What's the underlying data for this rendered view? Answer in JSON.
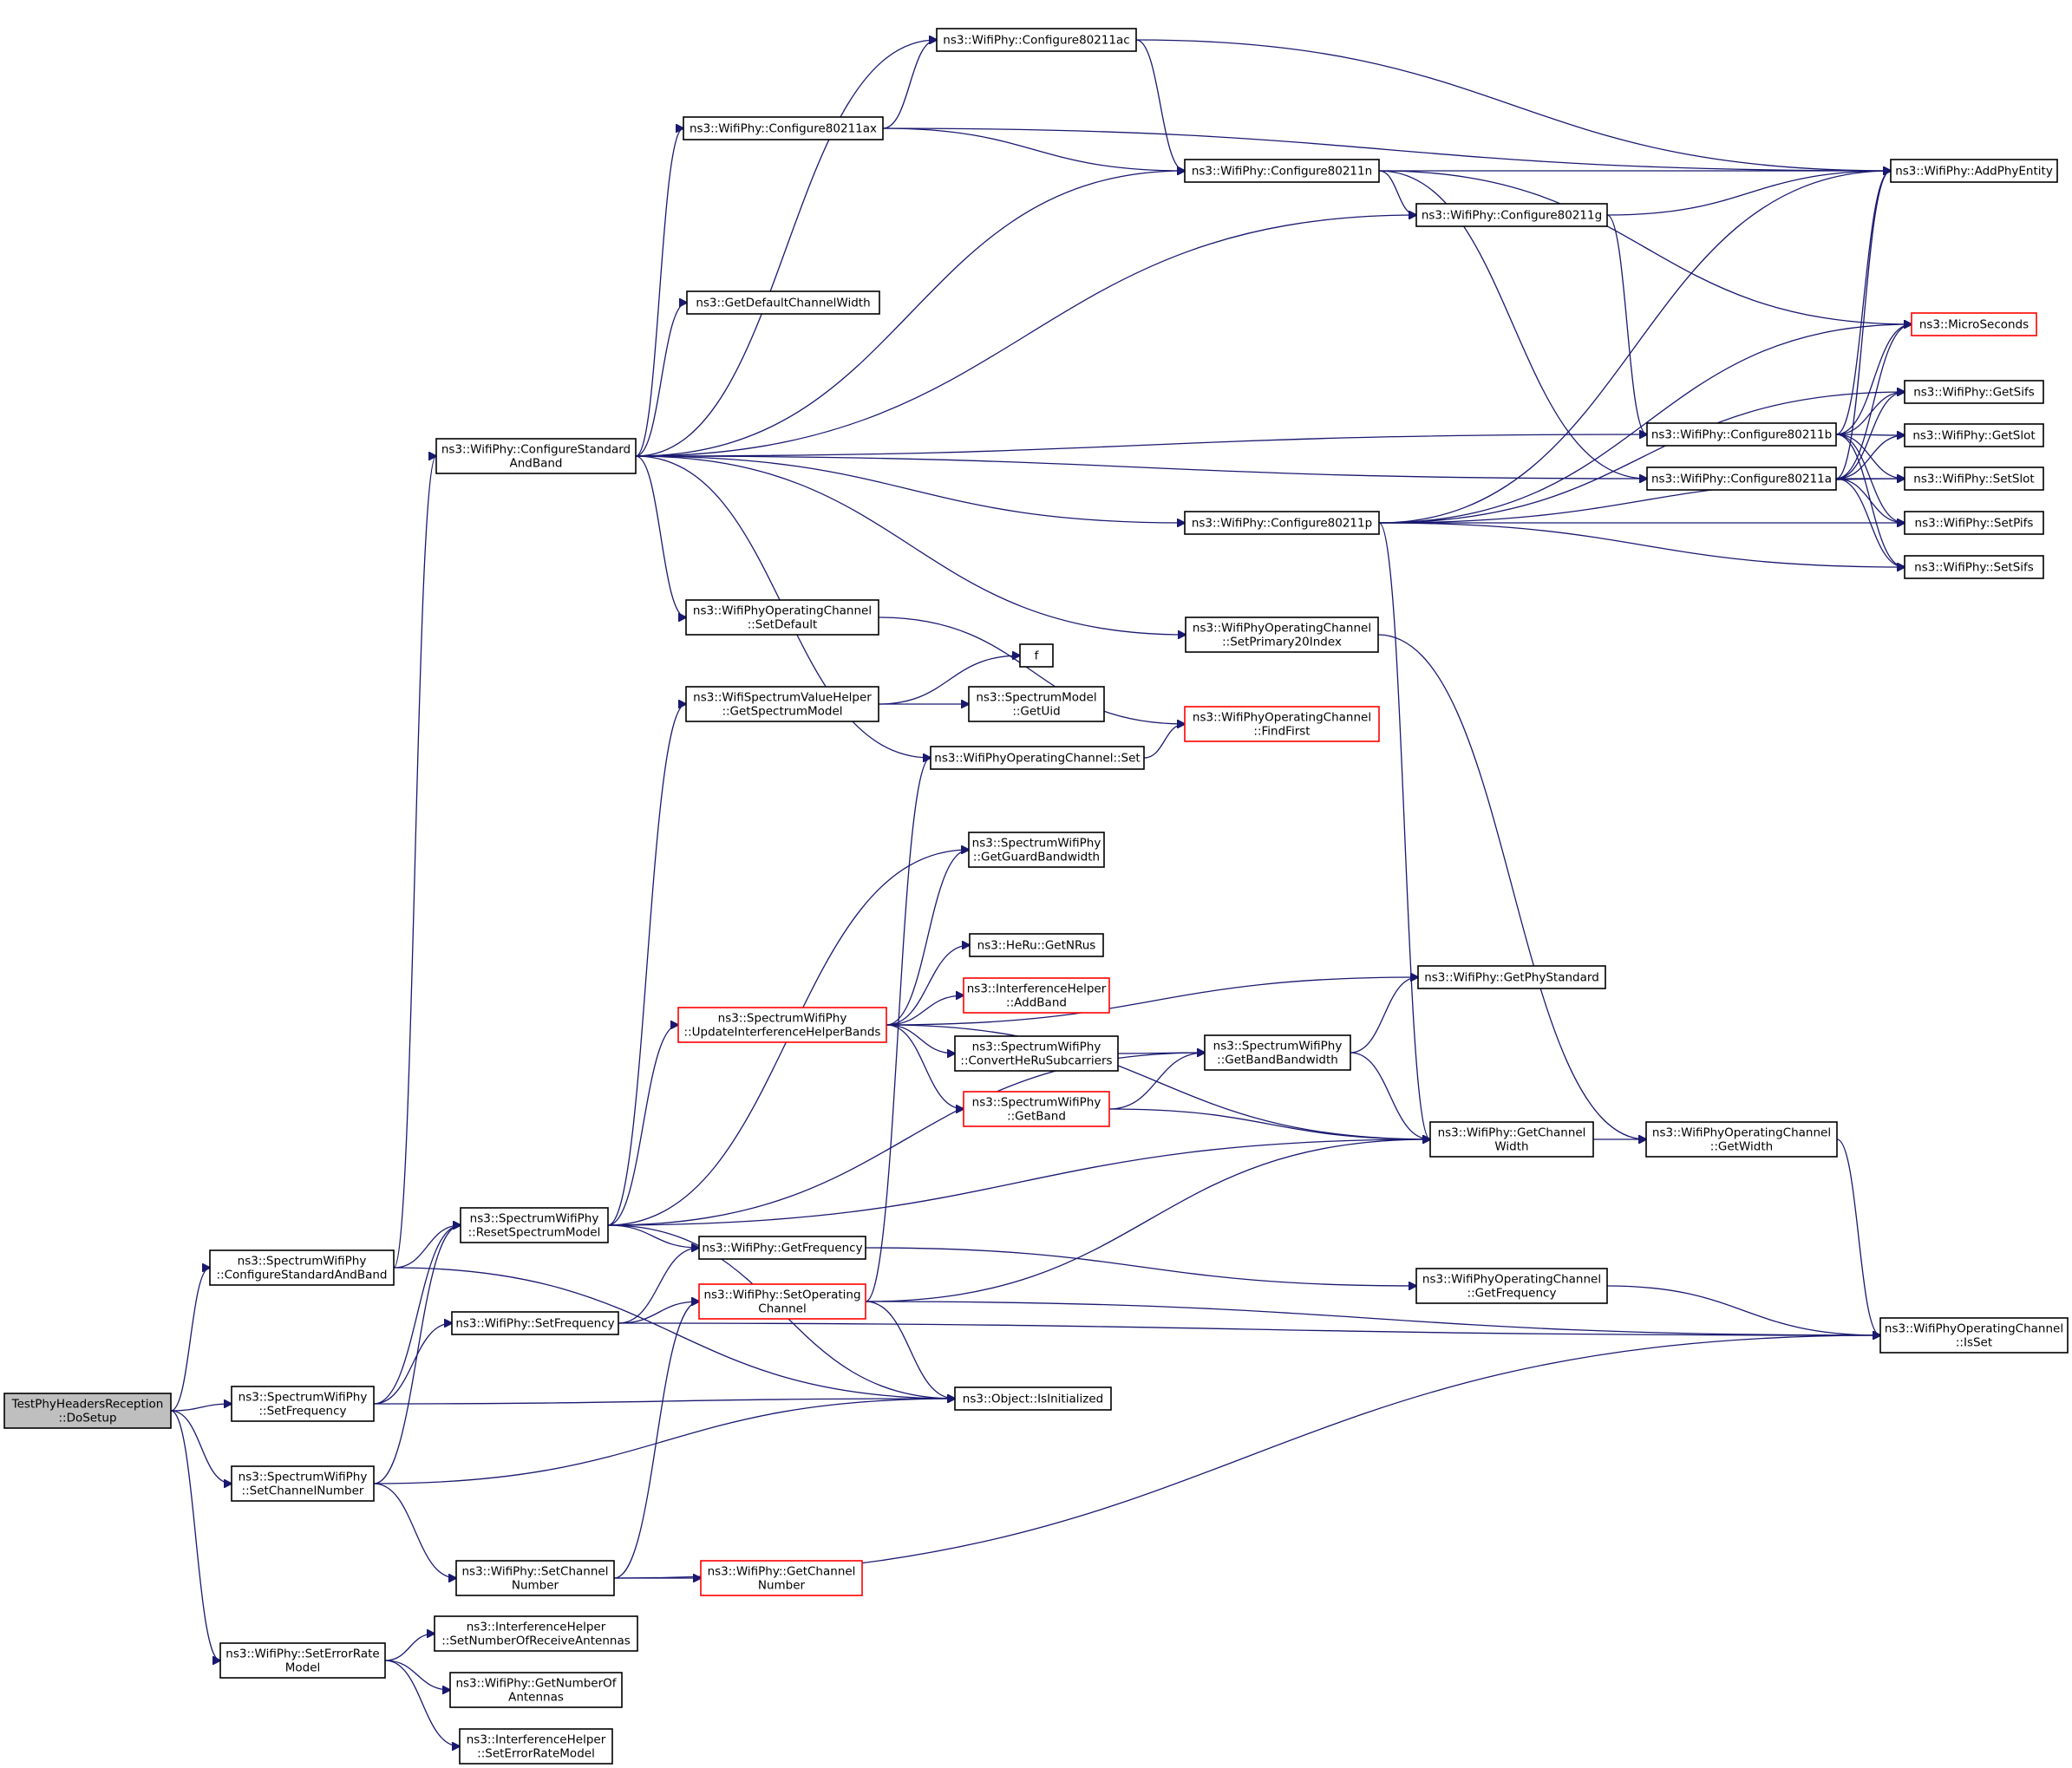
{
  "colors": {
    "edge": "#191970",
    "node_border_default": "#000000",
    "node_border_truncated": "#ff0000",
    "root_fill": "#bfbfbf",
    "node_fill": "#ffffff"
  },
  "graph": {
    "root": "TestPhyHeadersReception::DoSetup",
    "nodes": [
      {
        "id": "root",
        "lines": [
          "TestPhyHeadersReception",
          "::DoSetup"
        ],
        "style": "root"
      },
      {
        "id": "swp_csab",
        "lines": [
          "ns3::SpectrumWifiPhy",
          "::ConfigureStandardAndBand"
        ],
        "style": "normal"
      },
      {
        "id": "swp_sf",
        "lines": [
          "ns3::SpectrumWifiPhy",
          "::SetFrequency"
        ],
        "style": "normal"
      },
      {
        "id": "swp_scn",
        "lines": [
          "ns3::SpectrumWifiPhy",
          "::SetChannelNumber"
        ],
        "style": "normal"
      },
      {
        "id": "wp_serm",
        "lines": [
          "ns3::WifiPhy::SetErrorRate",
          "Model"
        ],
        "style": "normal"
      },
      {
        "id": "wp_csab",
        "lines": [
          "ns3::WifiPhy::ConfigureStandard",
          "AndBand"
        ],
        "style": "normal"
      },
      {
        "id": "swp_rsm",
        "lines": [
          "ns3::SpectrumWifiPhy",
          "::ResetSpectrumModel"
        ],
        "style": "normal"
      },
      {
        "id": "wp_sf",
        "lines": [
          "ns3::WifiPhy::SetFrequency"
        ],
        "style": "normal"
      },
      {
        "id": "wp_scn",
        "lines": [
          "ns3::WifiPhy::SetChannel",
          "Number"
        ],
        "style": "normal"
      },
      {
        "id": "ih_snora",
        "lines": [
          "ns3::InterferenceHelper",
          "::SetNumberOfReceiveAntennas"
        ],
        "style": "normal"
      },
      {
        "id": "wp_gnoa",
        "lines": [
          "ns3::WifiPhy::GetNumberOf",
          "Antennas"
        ],
        "style": "normal"
      },
      {
        "id": "ih_serm",
        "lines": [
          "ns3::InterferenceHelper",
          "::SetErrorRateModel"
        ],
        "style": "normal"
      },
      {
        "id": "wp_c11ax",
        "lines": [
          "ns3::WifiPhy::Configure80211ax"
        ],
        "style": "normal"
      },
      {
        "id": "gdcw",
        "lines": [
          "ns3::GetDefaultChannelWidth"
        ],
        "style": "normal"
      },
      {
        "id": "woc_sd",
        "lines": [
          "ns3::WifiPhyOperatingChannel",
          "::SetDefault"
        ],
        "style": "normal"
      },
      {
        "id": "wsvh_gsm",
        "lines": [
          "ns3::WifiSpectrumValueHelper",
          "::GetSpectrumModel"
        ],
        "style": "normal"
      },
      {
        "id": "swp_uihb",
        "lines": [
          "ns3::SpectrumWifiPhy",
          "::UpdateInterferenceHelperBands"
        ],
        "style": "truncated"
      },
      {
        "id": "wp_gf",
        "lines": [
          "ns3::WifiPhy::GetFrequency"
        ],
        "style": "normal"
      },
      {
        "id": "wp_soc",
        "lines": [
          "ns3::WifiPhy::SetOperating",
          "Channel"
        ],
        "style": "truncated"
      },
      {
        "id": "wp_gcn",
        "lines": [
          "ns3::WifiPhy::GetChannel",
          "Number"
        ],
        "style": "truncated"
      },
      {
        "id": "wp_c11ac",
        "lines": [
          "ns3::WifiPhy::Configure80211ac"
        ],
        "style": "normal"
      },
      {
        "id": "f",
        "lines": [
          "f"
        ],
        "style": "normal"
      },
      {
        "id": "sm_guid",
        "lines": [
          "ns3::SpectrumModel",
          "::GetUid"
        ],
        "style": "normal"
      },
      {
        "id": "woc_set",
        "lines": [
          "ns3::WifiPhyOperatingChannel::Set"
        ],
        "style": "normal"
      },
      {
        "id": "swp_ggb",
        "lines": [
          "ns3::SpectrumWifiPhy",
          "::GetGuardBandwidth"
        ],
        "style": "normal"
      },
      {
        "id": "heru",
        "lines": [
          "ns3::HeRu::GetNRus"
        ],
        "style": "normal"
      },
      {
        "id": "ih_ab",
        "lines": [
          "ns3::InterferenceHelper",
          "::AddBand"
        ],
        "style": "truncated"
      },
      {
        "id": "swp_chrs",
        "lines": [
          "ns3::SpectrumWifiPhy",
          "::ConvertHeRuSubcarriers"
        ],
        "style": "normal"
      },
      {
        "id": "swp_gb",
        "lines": [
          "ns3::SpectrumWifiPhy",
          "::GetBand"
        ],
        "style": "truncated"
      },
      {
        "id": "obj_ii",
        "lines": [
          "ns3::Object::IsInitialized"
        ],
        "style": "normal"
      },
      {
        "id": "wp_c11n",
        "lines": [
          "ns3::WifiPhy::Configure80211n"
        ],
        "style": "normal"
      },
      {
        "id": "wp_c11p",
        "lines": [
          "ns3::WifiPhy::Configure80211p"
        ],
        "style": "normal"
      },
      {
        "id": "woc_sp20",
        "lines": [
          "ns3::WifiPhyOperatingChannel",
          "::SetPrimary20Index"
        ],
        "style": "normal"
      },
      {
        "id": "woc_ff",
        "lines": [
          "ns3::WifiPhyOperatingChannel",
          "::FindFirst"
        ],
        "style": "truncated"
      },
      {
        "id": "swp_gbw",
        "lines": [
          "ns3::SpectrumWifiPhy",
          "::GetBandBandwidth"
        ],
        "style": "normal"
      },
      {
        "id": "wp_c11g",
        "lines": [
          "ns3::WifiPhy::Configure80211g"
        ],
        "style": "normal"
      },
      {
        "id": "wp_gps",
        "lines": [
          "ns3::WifiPhy::GetPhyStandard"
        ],
        "style": "normal"
      },
      {
        "id": "wp_gcw",
        "lines": [
          "ns3::WifiPhy::GetChannel",
          "Width"
        ],
        "style": "normal"
      },
      {
        "id": "woc_gf",
        "lines": [
          "ns3::WifiPhyOperatingChannel",
          "::GetFrequency"
        ],
        "style": "normal"
      },
      {
        "id": "wp_c11b",
        "lines": [
          "ns3::WifiPhy::Configure80211b"
        ],
        "style": "normal"
      },
      {
        "id": "wp_c11a",
        "lines": [
          "ns3::WifiPhy::Configure80211a"
        ],
        "style": "normal"
      },
      {
        "id": "woc_gw",
        "lines": [
          "ns3::WifiPhyOperatingChannel",
          "::GetWidth"
        ],
        "style": "normal"
      },
      {
        "id": "wp_ape",
        "lines": [
          "ns3::WifiPhy::AddPhyEntity"
        ],
        "style": "normal"
      },
      {
        "id": "micro",
        "lines": [
          "ns3::MicroSeconds"
        ],
        "style": "truncated"
      },
      {
        "id": "wp_gsifs",
        "lines": [
          "ns3::WifiPhy::GetSifs"
        ],
        "style": "normal"
      },
      {
        "id": "wp_gslot",
        "lines": [
          "ns3::WifiPhy::GetSlot"
        ],
        "style": "normal"
      },
      {
        "id": "wp_sslot",
        "lines": [
          "ns3::WifiPhy::SetSlot"
        ],
        "style": "normal"
      },
      {
        "id": "wp_spifs",
        "lines": [
          "ns3::WifiPhy::SetPifs"
        ],
        "style": "normal"
      },
      {
        "id": "wp_ssifs",
        "lines": [
          "ns3::WifiPhy::SetSifs"
        ],
        "style": "normal"
      },
      {
        "id": "woc_isset",
        "lines": [
          "ns3::WifiPhyOperatingChannel",
          "::IsSet"
        ],
        "style": "normal"
      }
    ],
    "edges": [
      [
        "root",
        "swp_csab"
      ],
      [
        "root",
        "swp_sf"
      ],
      [
        "root",
        "swp_scn"
      ],
      [
        "root",
        "wp_serm"
      ],
      [
        "swp_csab",
        "wp_csab"
      ],
      [
        "swp_csab",
        "swp_rsm"
      ],
      [
        "swp_csab",
        "obj_ii"
      ],
      [
        "swp_sf",
        "swp_rsm"
      ],
      [
        "swp_sf",
        "wp_sf"
      ],
      [
        "swp_sf",
        "obj_ii"
      ],
      [
        "swp_scn",
        "swp_rsm"
      ],
      [
        "swp_scn",
        "obj_ii"
      ],
      [
        "swp_scn",
        "wp_scn"
      ],
      [
        "wp_serm",
        "ih_snora"
      ],
      [
        "wp_serm",
        "wp_gnoa"
      ],
      [
        "wp_serm",
        "ih_serm"
      ],
      [
        "wp_csab",
        "wp_c11ac"
      ],
      [
        "wp_csab",
        "wp_c11ax"
      ],
      [
        "wp_csab",
        "gdcw"
      ],
      [
        "wp_csab",
        "wp_c11n"
      ],
      [
        "wp_csab",
        "wp_c11g"
      ],
      [
        "wp_csab",
        "wp_c11b"
      ],
      [
        "wp_csab",
        "wp_c11a"
      ],
      [
        "wp_csab",
        "wp_c11p"
      ],
      [
        "wp_csab",
        "woc_sd"
      ],
      [
        "wp_csab",
        "woc_sp20"
      ],
      [
        "wp_csab",
        "woc_set"
      ],
      [
        "swp_rsm",
        "wsvh_gsm"
      ],
      [
        "swp_rsm",
        "swp_ggb"
      ],
      [
        "swp_rsm",
        "swp_gbw"
      ],
      [
        "swp_rsm",
        "swp_uihb"
      ],
      [
        "swp_rsm",
        "wp_gcw"
      ],
      [
        "swp_rsm",
        "wp_gf"
      ],
      [
        "swp_rsm",
        "obj_ii"
      ],
      [
        "wp_sf",
        "wp_gf"
      ],
      [
        "wp_sf",
        "wp_soc"
      ],
      [
        "wp_sf",
        "woc_isset"
      ],
      [
        "wp_scn",
        "wp_soc"
      ],
      [
        "wp_scn",
        "wp_gcn"
      ],
      [
        "wp_scn",
        "woc_isset"
      ],
      [
        "wp_c11ax",
        "wp_c11ac"
      ],
      [
        "wp_c11ax",
        "wp_c11n"
      ],
      [
        "wp_c11ax",
        "wp_ape"
      ],
      [
        "woc_sd",
        "woc_ff"
      ],
      [
        "wsvh_gsm",
        "f"
      ],
      [
        "wsvh_gsm",
        "sm_guid"
      ],
      [
        "swp_uihb",
        "swp_ggb"
      ],
      [
        "swp_uihb",
        "heru"
      ],
      [
        "swp_uihb",
        "ih_ab"
      ],
      [
        "swp_uihb",
        "swp_chrs"
      ],
      [
        "swp_uihb",
        "swp_gb"
      ],
      [
        "swp_uihb",
        "wp_gps"
      ],
      [
        "swp_uihb",
        "wp_gcw"
      ],
      [
        "wp_gf",
        "woc_gf"
      ],
      [
        "wp_soc",
        "woc_set"
      ],
      [
        "wp_soc",
        "wp_gcw"
      ],
      [
        "wp_soc",
        "woc_isset"
      ],
      [
        "wp_soc",
        "obj_ii"
      ],
      [
        "wp_c11ac",
        "wp_c11n"
      ],
      [
        "wp_c11ac",
        "wp_ape"
      ],
      [
        "woc_set",
        "woc_ff"
      ],
      [
        "swp_chrs",
        "swp_gbw"
      ],
      [
        "swp_gb",
        "swp_gbw"
      ],
      [
        "swp_gb",
        "wp_gcw"
      ],
      [
        "wp_c11n",
        "wp_c11g"
      ],
      [
        "wp_c11n",
        "wp_ape"
      ],
      [
        "wp_c11n",
        "micro"
      ],
      [
        "wp_c11n",
        "wp_c11a"
      ],
      [
        "wp_c11p",
        "wp_ape"
      ],
      [
        "wp_c11p",
        "micro"
      ],
      [
        "wp_c11p",
        "wp_gsifs"
      ],
      [
        "wp_c11p",
        "wp_sslot"
      ],
      [
        "wp_c11p",
        "wp_spifs"
      ],
      [
        "wp_c11p",
        "wp_ssifs"
      ],
      [
        "wp_c11p",
        "wp_gcw"
      ],
      [
        "woc_sp20",
        "woc_gw"
      ],
      [
        "swp_gbw",
        "wp_gps"
      ],
      [
        "swp_gbw",
        "wp_gcw"
      ],
      [
        "wp_c11g",
        "wp_ape"
      ],
      [
        "wp_c11g",
        "wp_c11b"
      ],
      [
        "wp_gcw",
        "woc_gw"
      ],
      [
        "woc_gf",
        "woc_isset"
      ],
      [
        "wp_c11b",
        "wp_ape"
      ],
      [
        "wp_c11b",
        "micro"
      ],
      [
        "wp_c11b",
        "wp_gsifs"
      ],
      [
        "wp_c11b",
        "wp_gslot"
      ],
      [
        "wp_c11b",
        "wp_sslot"
      ],
      [
        "wp_c11b",
        "wp_spifs"
      ],
      [
        "wp_c11b",
        "wp_ssifs"
      ],
      [
        "wp_c11a",
        "wp_ape"
      ],
      [
        "wp_c11a",
        "micro"
      ],
      [
        "wp_c11a",
        "wp_gsifs"
      ],
      [
        "wp_c11a",
        "wp_gslot"
      ],
      [
        "wp_c11a",
        "wp_sslot"
      ],
      [
        "wp_c11a",
        "wp_spifs"
      ],
      [
        "wp_c11a",
        "wp_ssifs"
      ],
      [
        "woc_gw",
        "woc_isset"
      ]
    ]
  }
}
